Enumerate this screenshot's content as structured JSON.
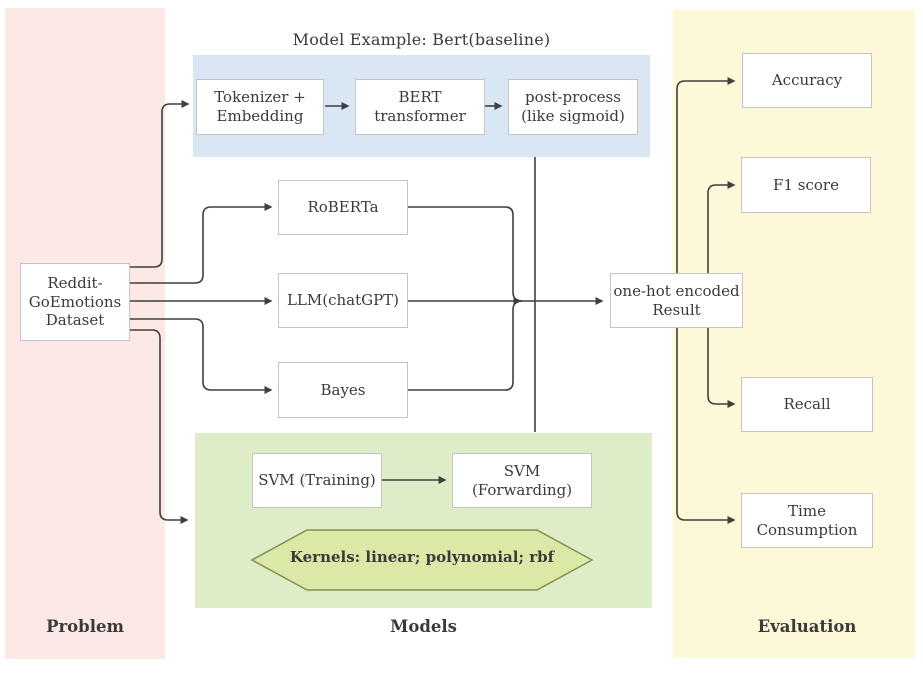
{
  "diagram": {
    "title": "Model Example: Bert(baseline)",
    "sections": {
      "problem": "Problem",
      "models": "Models",
      "evaluation": "Evaluation"
    },
    "nodes": {
      "dataset": {
        "lines": [
          "Reddit-",
          "GoEmotions",
          "Dataset"
        ]
      },
      "tokenizer": {
        "lines": [
          "Tokenizer +",
          "Embedding"
        ]
      },
      "bert": {
        "lines": [
          "BERT",
          "transformer"
        ]
      },
      "postprocess": {
        "lines": [
          "post-process",
          "(like sigmoid)"
        ]
      },
      "roberta": {
        "label": "RoBERTa"
      },
      "llm": {
        "label": "LLM(chatGPT)"
      },
      "bayes": {
        "label": "Bayes"
      },
      "svm_training": {
        "label": "SVM (Training)"
      },
      "svm_forwarding": {
        "label": "SVM (Forwarding)"
      },
      "kernels": {
        "label": "Kernels: linear; polynomial; rbf"
      },
      "onehot": {
        "lines": [
          "one-hot encoded",
          "Result"
        ]
      },
      "accuracy": {
        "label": "Accuracy"
      },
      "f1": {
        "label": "F1 score"
      },
      "recall": {
        "label": "Recall"
      },
      "time": {
        "lines": [
          "Time",
          "Consumption"
        ]
      }
    },
    "colors": {
      "panel-pink": "#fce9e6",
      "panel-blue": "#d9e7f4",
      "panel-green": "#dfecc8",
      "panel-yellow": "#fdf8d7",
      "hex-fill": "#dbe8a6",
      "hex-border": "#7d9450",
      "line": "#3f3f3f",
      "box-border": "#c4c4c4",
      "text": "#3a3a3a"
    }
  }
}
